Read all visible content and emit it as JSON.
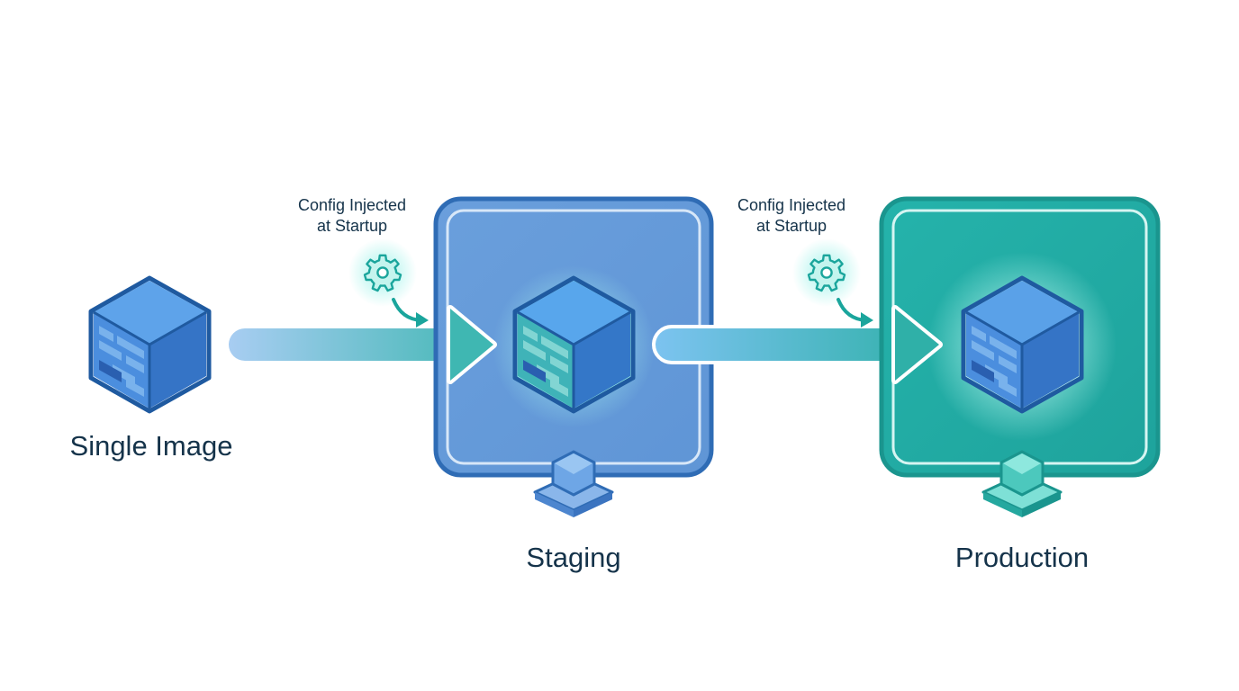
{
  "diagram": {
    "nodes": [
      {
        "id": "single-image",
        "label": "Single Image"
      },
      {
        "id": "staging",
        "label": "Staging",
        "color": "#6fa0dc"
      },
      {
        "id": "production",
        "label": "Production",
        "color": "#21ada6"
      }
    ],
    "edges": [
      {
        "from": "single-image",
        "to": "staging",
        "annotation": [
          "Config Injected",
          "at Startup"
        ],
        "icon": "gear-icon"
      },
      {
        "from": "staging",
        "to": "production",
        "annotation": [
          "Config Injected",
          "at Startup"
        ],
        "icon": "gear-icon"
      }
    ]
  },
  "colors": {
    "outline": "#1f5aa0",
    "cube_top": "#5a9fe6",
    "cube_left": "#3f82d4",
    "cube_right": "#2d6fc3",
    "staging_frame": "#2f6cb5",
    "production_frame": "#1a958e",
    "teal_accent": "#2bb7ad"
  }
}
